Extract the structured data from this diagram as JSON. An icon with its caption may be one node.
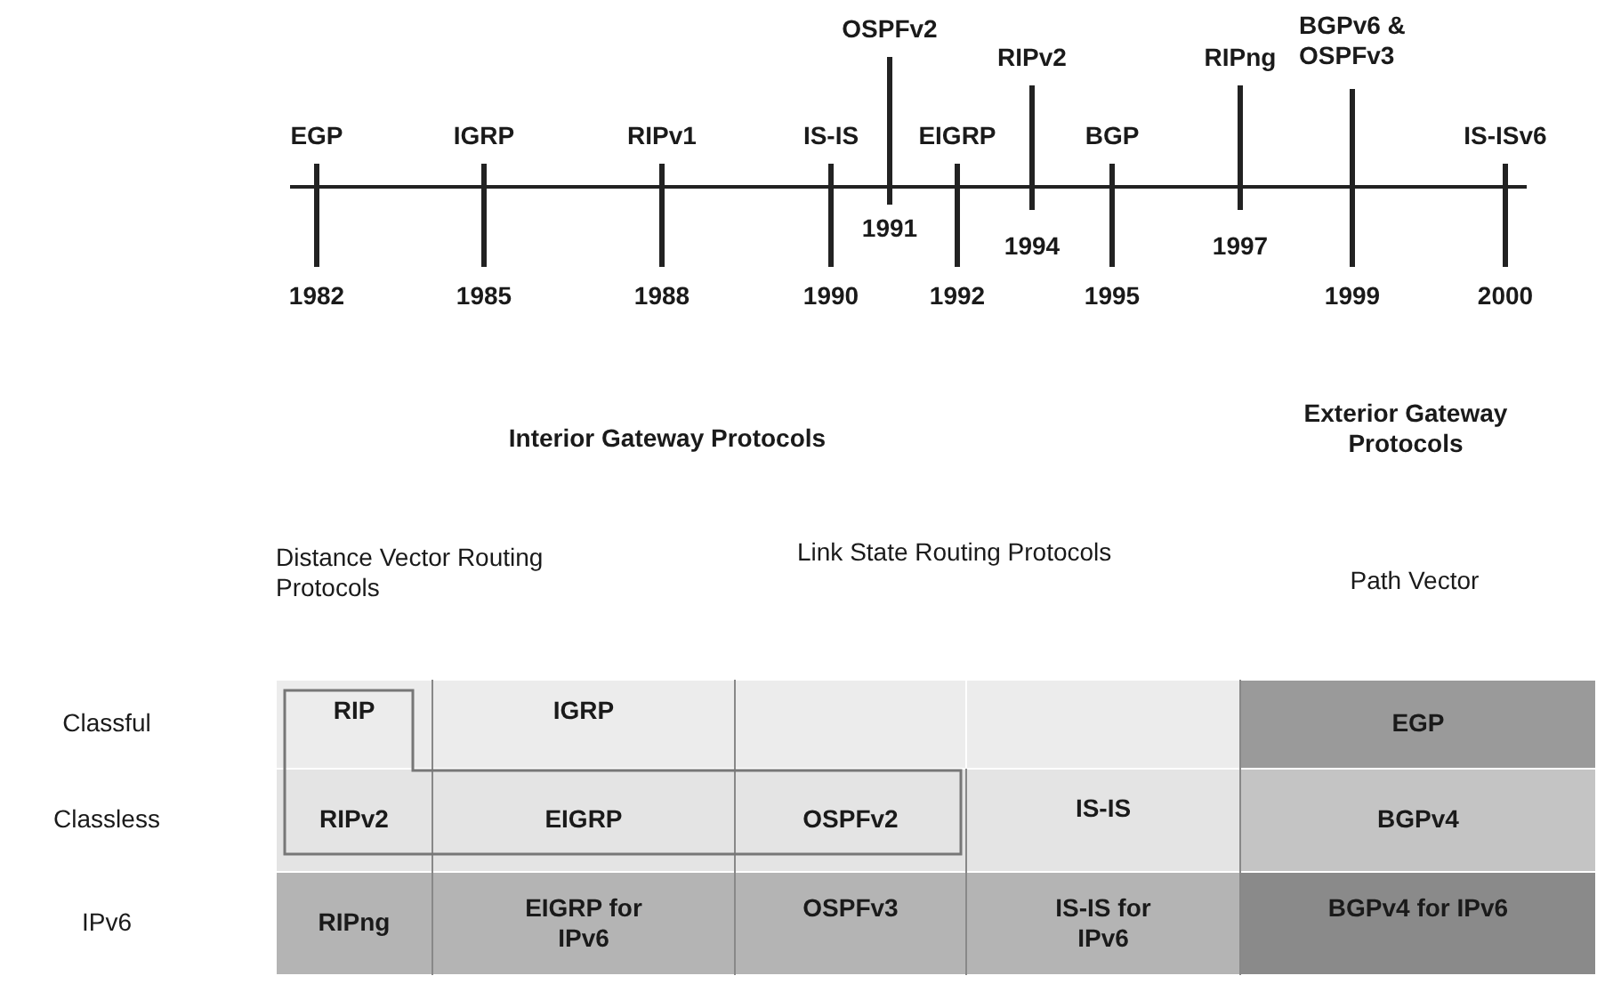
{
  "diagram": {
    "labels": [
      "EGP",
      "IGRP",
      "RIPv1",
      "IS-IS",
      "OSPFv2",
      "EIGRP",
      "RIPv2",
      "BGP",
      "RIPng",
      "BGPv6 & OSPFv3",
      "IS-ISv6",
      "1982",
      "1985",
      "1988",
      "1990",
      "1991",
      "1992",
      "1994",
      "1995",
      "1997",
      "1999",
      "2000",
      "Interior Gateway Protocols",
      "Exterior Gateway Protocols",
      "Distance Vector Routing Protocols",
      "Link State Routing Protocols",
      "Path Vector",
      "Classful",
      "RIP",
      "IGRP",
      "EGP",
      "Classless",
      "RIPv2",
      "EIGRP",
      "OSPFv2",
      "IS-IS",
      "BGPv4",
      "IPv6",
      "RIPng",
      "EIGRP for IPv6",
      "OSPFv3",
      "IS-IS for IPv6",
      "BGPv4 for IPv6"
    ]
  }
}
